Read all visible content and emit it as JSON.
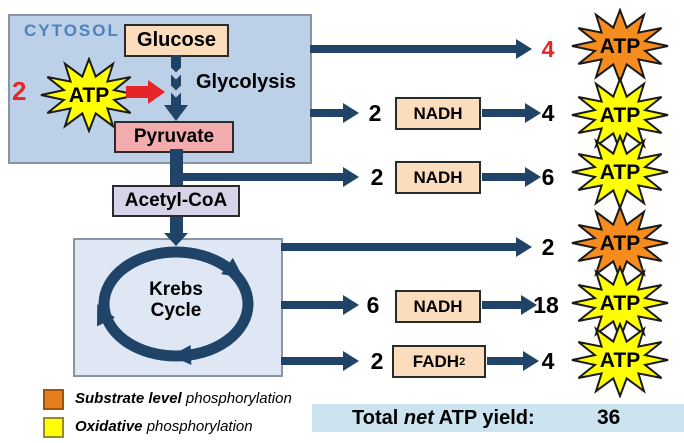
{
  "cytosol": {
    "label": "CYTOSOL",
    "glucose": "Glucose",
    "glycolysis": "Glycolysis",
    "pyruvate": "Pyruvate",
    "atp_input_count": "2",
    "atp_input_label": "ATP",
    "atp_color": "#FFFF00"
  },
  "acetyl_coa": {
    "label": "Acetyl-CoA"
  },
  "krebs": {
    "line1": "Krebs",
    "line2": "Cycle"
  },
  "rows": [
    {
      "to_atp_count": "4",
      "count_color": "#E52528",
      "atp_label": "ATP",
      "atp_color": "#F68C1E",
      "type": "substrate-level"
    },
    {
      "carrier_count": "2",
      "carrier": "NADH",
      "to_atp_count": "4",
      "atp_label": "ATP",
      "atp_color": "#FFFF00",
      "type": "oxidative"
    },
    {
      "carrier_count": "2",
      "carrier": "NADH",
      "to_atp_count": "6",
      "atp_label": "ATP",
      "atp_color": "#FFFF00",
      "type": "oxidative"
    },
    {
      "to_atp_count": "2",
      "atp_label": "ATP",
      "atp_color": "#F68C1E",
      "type": "substrate-level"
    },
    {
      "carrier_count": "6",
      "carrier": "NADH",
      "to_atp_count": "18",
      "atp_label": "ATP",
      "atp_color": "#FFFF00",
      "type": "oxidative"
    },
    {
      "carrier_count": "2",
      "carrier": "FADH",
      "carrier_subscript": "2",
      "to_atp_count": "4",
      "atp_label": "ATP",
      "atp_color": "#FFFF00",
      "type": "oxidative"
    }
  ],
  "legend": {
    "substrate": {
      "term": "Substrate level",
      "rest": " phosphorylation",
      "color": "#E4801C"
    },
    "oxidative": {
      "term": "Oxidative",
      "rest": " phosphorylation",
      "color": "#FFFF00"
    }
  },
  "total": {
    "prefix": "Total ",
    "italic": "net",
    "suffix": " ATP yield:",
    "value": "36"
  },
  "colors": {
    "arrow_navy": "#1F4468",
    "red_accent": "#E52528",
    "cytosol_fill": "#BCD0E8",
    "krebs_fill": "#DEE7F3",
    "carrier_box_fill": "#FBDCBD",
    "pyruvate_fill": "#F2ACAE",
    "acetyl_fill": "#D9D3E9",
    "total_bar_fill": "#CBE4F0"
  }
}
